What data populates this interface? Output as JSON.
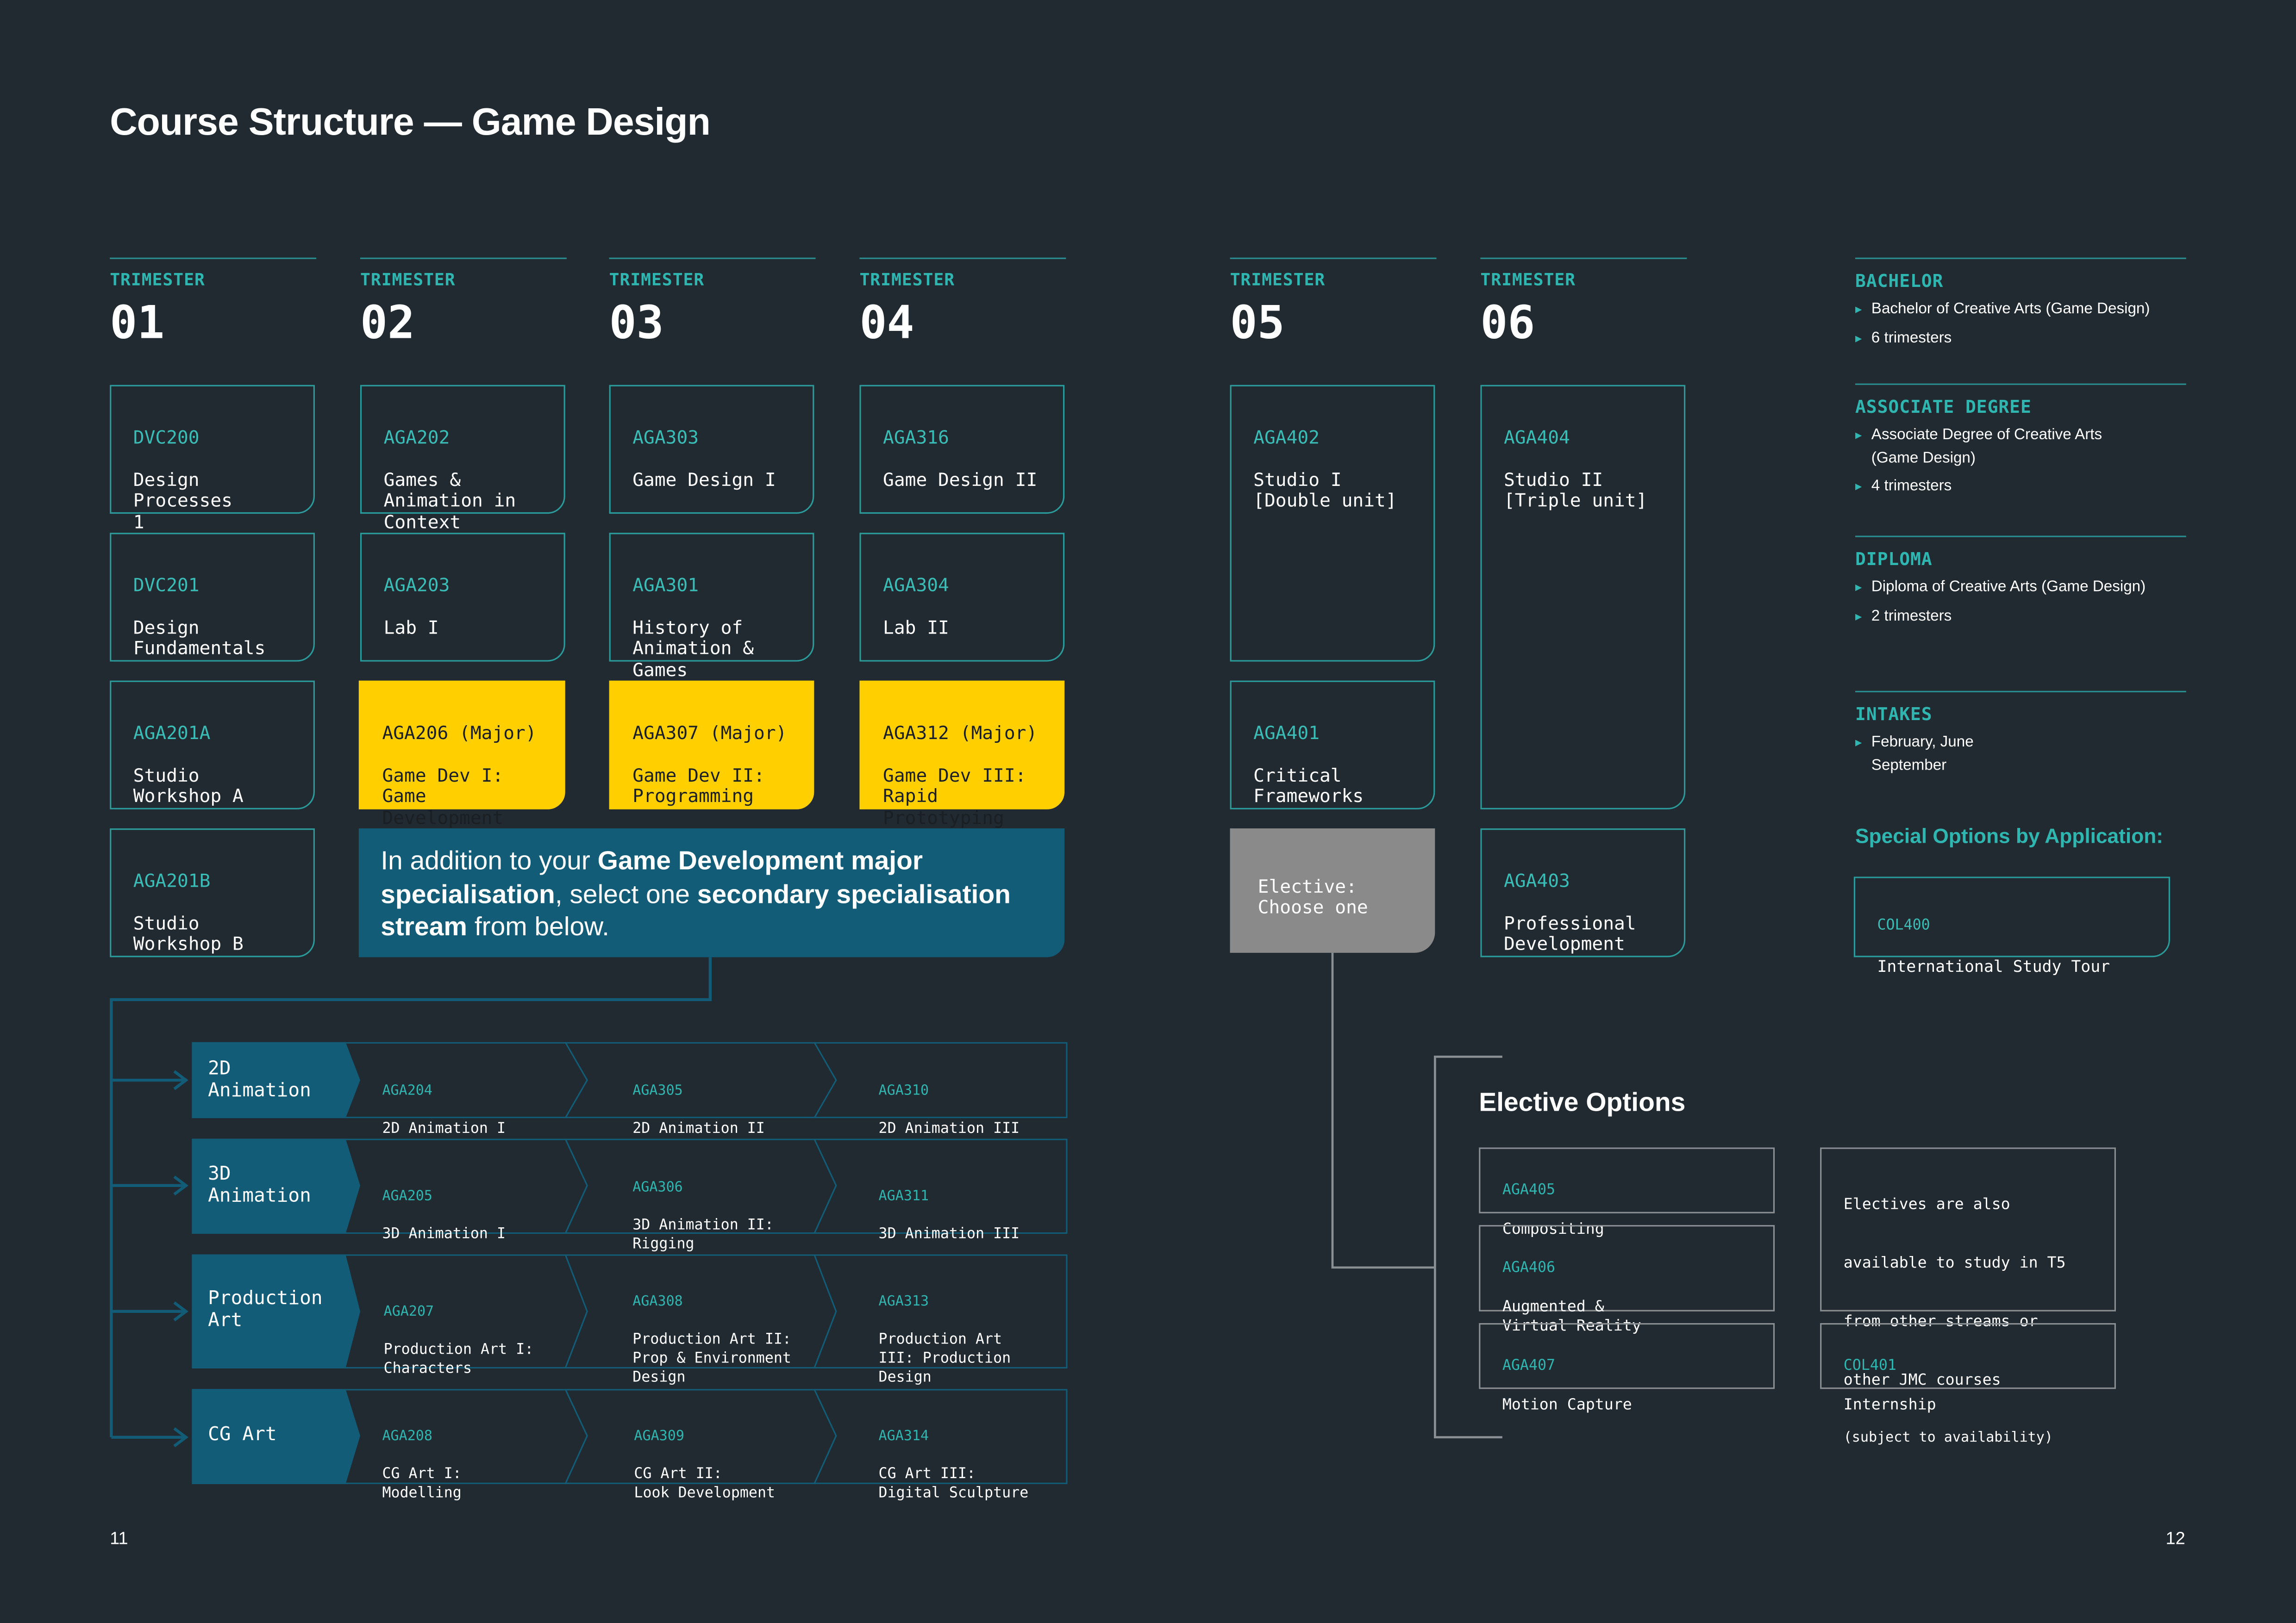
{
  "title": "Course Structure — Game Design",
  "trimester_label": "TRIMESTER",
  "trimesters": [
    "01",
    "02",
    "03",
    "04",
    "05",
    "06"
  ],
  "courses": {
    "t1": [
      {
        "code": "DVC200",
        "name": "Design\nProcesses\n1"
      },
      {
        "code": "DVC201",
        "name": "Design\nFundamentals"
      },
      {
        "code": "AGA201A",
        "name": "Studio\nWorkshop A"
      },
      {
        "code": "AGA201B",
        "name": "Studio\nWorkshop B"
      }
    ],
    "t2": [
      {
        "code": "AGA202",
        "name": "Games &\nAnimation in\nContext"
      },
      {
        "code": "AGA203",
        "name": "Lab I"
      },
      {
        "code": "AGA206 (Major)",
        "name": "Game Dev I:\nGame\nDevelopment"
      }
    ],
    "t3": [
      {
        "code": "AGA303",
        "name": "Game Design I"
      },
      {
        "code": "AGA301",
        "name": "History of\nAnimation &\nGames"
      },
      {
        "code": "AGA307 (Major)",
        "name": "Game Dev II:\nProgramming"
      }
    ],
    "t4": [
      {
        "code": "AGA316",
        "name": "Game Design II"
      },
      {
        "code": "AGA304",
        "name": "Lab II"
      },
      {
        "code": "AGA312 (Major)",
        "name": "Game Dev III:\nRapid\nPrototyping"
      }
    ],
    "t5": [
      {
        "code": "AGA402",
        "name": "Studio I\n[Double unit]"
      },
      {
        "code": "AGA401",
        "name": "Critical\nFrameworks"
      },
      {
        "code": "",
        "name": "Elective:\nChoose one"
      }
    ],
    "t6": [
      {
        "code": "AGA404",
        "name": "Studio II\n[Triple unit]"
      },
      {
        "code": "AGA403",
        "name": "Professional\nDevelopment"
      }
    ]
  },
  "banner": {
    "p1": "In addition to your ",
    "b1": "Game Development major specialisation",
    "p2": ", select one ",
    "b2": "secondary specialisation stream",
    "p3": " from below."
  },
  "streams": [
    {
      "name": "2D\nAnimation",
      "courses": [
        {
          "code": "AGA204",
          "name": "2D Animation I"
        },
        {
          "code": "AGA305",
          "name": "2D Animation II"
        },
        {
          "code": "AGA310",
          "name": "2D Animation III"
        }
      ]
    },
    {
      "name": "3D\nAnimation",
      "courses": [
        {
          "code": "AGA205",
          "name": "3D Animation I"
        },
        {
          "code": "AGA306",
          "name": "3D Animation II:\nRigging"
        },
        {
          "code": "AGA311",
          "name": "3D Animation III"
        }
      ]
    },
    {
      "name": "Production\nArt",
      "courses": [
        {
          "code": "AGA207",
          "name": "Production Art I:\nCharacters"
        },
        {
          "code": "AGA308",
          "name": "Production Art II:\nProp & Environment\nDesign"
        },
        {
          "code": "AGA313",
          "name": "Production Art\nIII: Production\nDesign"
        }
      ]
    },
    {
      "name": "CG Art",
      "courses": [
        {
          "code": "AGA208",
          "name": "CG Art I:\nModelling"
        },
        {
          "code": "AGA309",
          "name": "CG Art II:\nLook Development"
        },
        {
          "code": "AGA314",
          "name": "CG Art III:\nDigital Sculpture"
        }
      ]
    }
  ],
  "elective_title": "Elective Options",
  "electives": [
    {
      "code": "AGA405",
      "name": "Compositing"
    },
    {
      "code": "AGA406",
      "name": "Augmented &\nVirtual Reality"
    },
    {
      "code": "AGA407",
      "name": "Motion Capture"
    }
  ],
  "elective_note": {
    "lines": [
      "Electives are also",
      "available to study in T5",
      "from other streams or",
      "other JMC courses"
    ],
    "small": "(subject to availability)"
  },
  "internship": {
    "code": "COL401",
    "name": "Internship"
  },
  "sidebar": [
    {
      "heading": "BACHELOR",
      "items": [
        "Bachelor of Creative Arts (Game Design)",
        "6 trimesters"
      ]
    },
    {
      "heading": "ASSOCIATE DEGREE",
      "items": [
        "Associate Degree of Creative Arts (Game Design)",
        "4 trimesters"
      ]
    },
    {
      "heading": "DIPLOMA",
      "items": [
        "Diploma of Creative Arts (Game Design)",
        "2 trimesters"
      ]
    },
    {
      "heading": "INTAKES",
      "items": [
        "February, June\nSeptember"
      ]
    }
  ],
  "special_options": {
    "title": "Special Options by Application:",
    "code": "COL400",
    "name": "International Study Tour"
  },
  "page_left": "11",
  "page_right": "12",
  "colors": {
    "background": "#212a30",
    "teal": "#2fb6b1",
    "yellow": "#ffcf00",
    "blue": "#125c77",
    "grey": "#8a8a8a"
  }
}
